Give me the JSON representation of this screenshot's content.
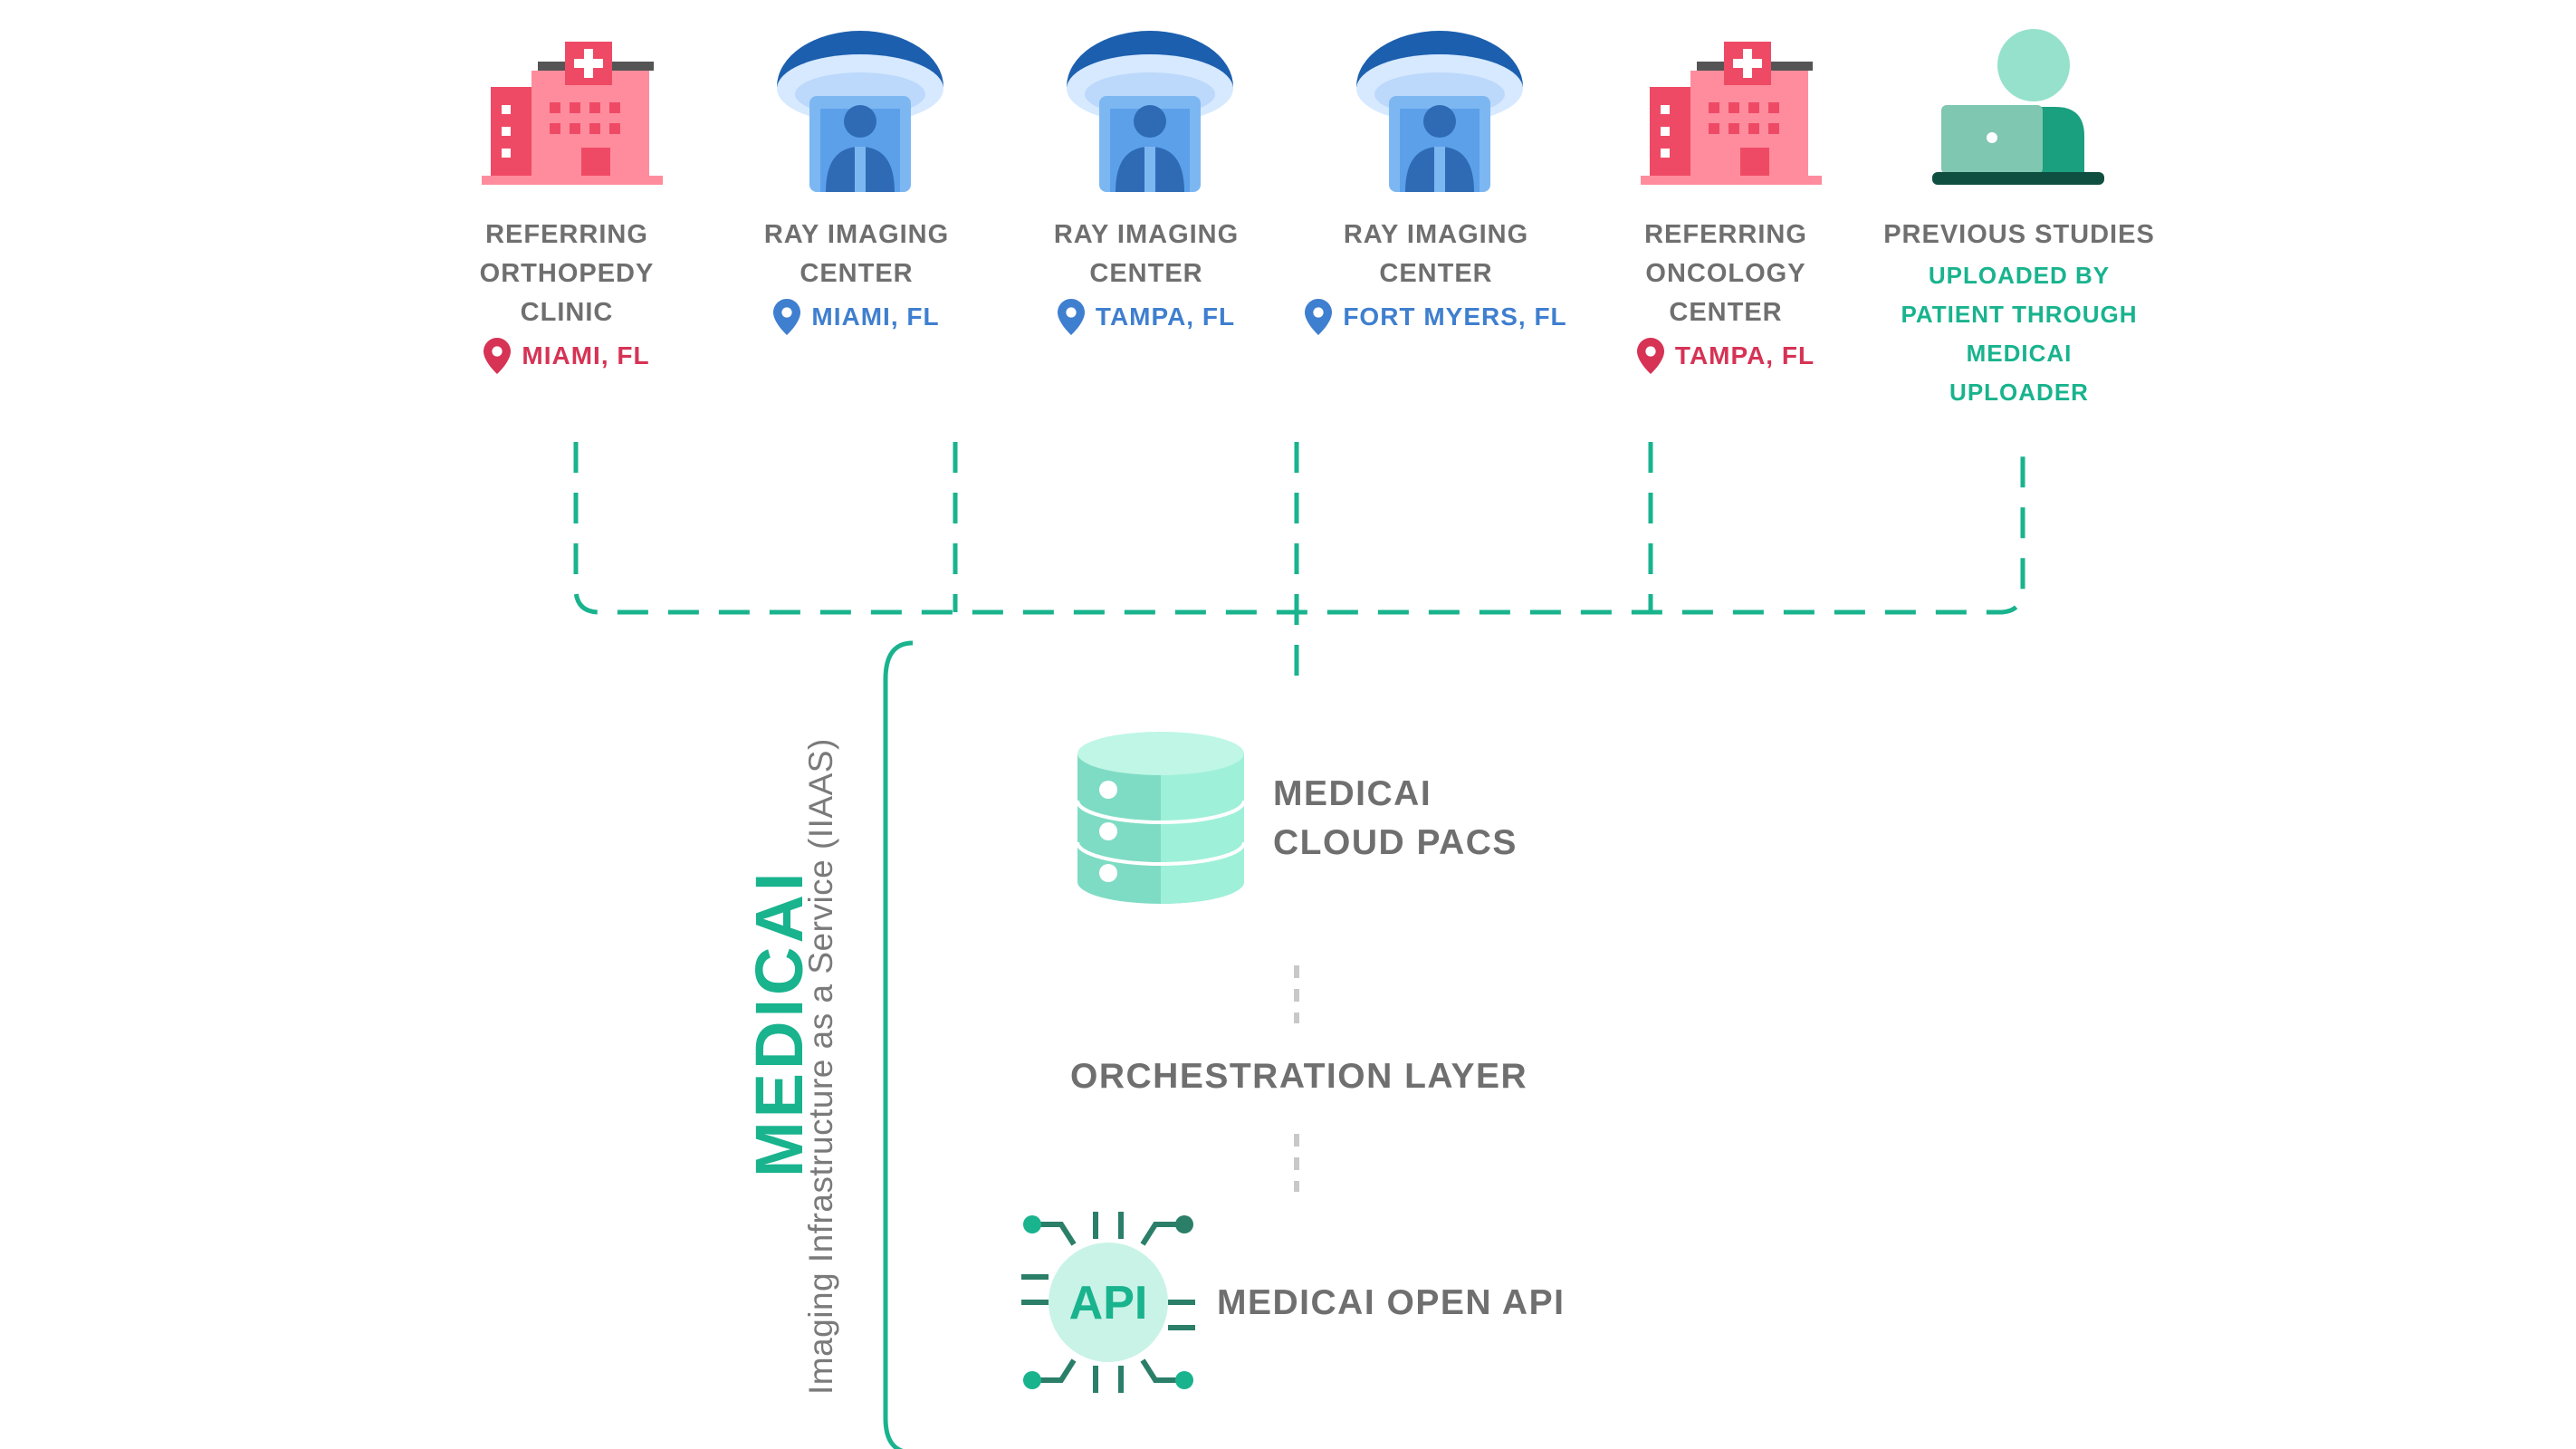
{
  "sources": [
    {
      "title_lines": [
        "REFERRING",
        "ORTHOPEDY",
        "CLINIC"
      ],
      "location": "MIAMI, FL",
      "icon": "hospital-icon"
    },
    {
      "title_lines": [
        "RAY IMAGING",
        "CENTER"
      ],
      "location": "MIAMI, FL",
      "icon": "imaging-scanner-icon"
    },
    {
      "title_lines": [
        "RAY IMAGING",
        "CENTER"
      ],
      "location": "TAMPA, FL",
      "icon": "imaging-scanner-icon"
    },
    {
      "title_lines": [
        "RAY IMAGING",
        "CENTER"
      ],
      "location": "FORT MYERS, FL",
      "icon": "imaging-scanner-icon"
    },
    {
      "title_lines": [
        "REFERRING",
        "ONCOLOGY",
        "CENTER"
      ],
      "location": "TAMPA, FL",
      "icon": "hospital-icon"
    },
    {
      "title_lines": [
        "PREVIOUS STUDIES"
      ],
      "note_lines": [
        "UPLOADED BY",
        "PATIENT THROUGH",
        "MEDICAI",
        "UPLOADER"
      ],
      "icon": "patient-laptop-icon"
    }
  ],
  "platform": {
    "brand": "MEDICAI",
    "subtitle": "Imaging Infrastructure as a Service (IIAAS)",
    "pacs_lines": [
      "MEDICAI",
      "CLOUD PACS"
    ],
    "orchestration": "ORCHESTRATION LAYER",
    "api_label": "MEDICAI OPEN API",
    "api_icon_text": "API"
  },
  "colors": {
    "accent": "#19b38e",
    "hospital": "#d63355",
    "imaging": "#3f7fcf",
    "label": "#6f6f6f"
  }
}
